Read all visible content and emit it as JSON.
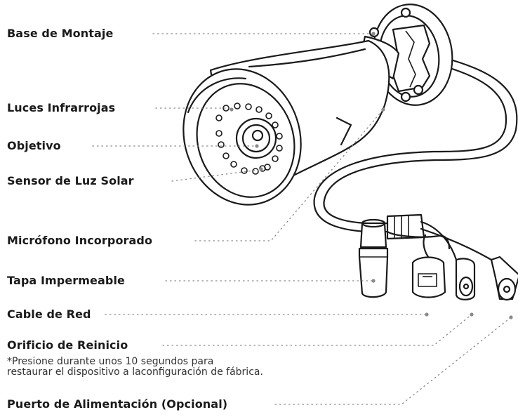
{
  "labels": {
    "mount_base": "Base de Montaje",
    "infrared_lights": "Luces Infrarrojas",
    "lens": "Objetivo",
    "daylight_sensor": "Sensor de Luz Solar",
    "microphone": "Micrófono Incorporado",
    "waterproof_cap": "Tapa Impermeable",
    "network_cable": "Cable de Red",
    "reset_hole": "Orificio de Reinicio",
    "reset_note_line1": "*Presione durante unos 10 segundos para",
    "reset_note_line2": "restaurar el dispositivo a laconfiguración de fábrica.",
    "power_port": "Puerto de Alimentación (Opcional)"
  }
}
